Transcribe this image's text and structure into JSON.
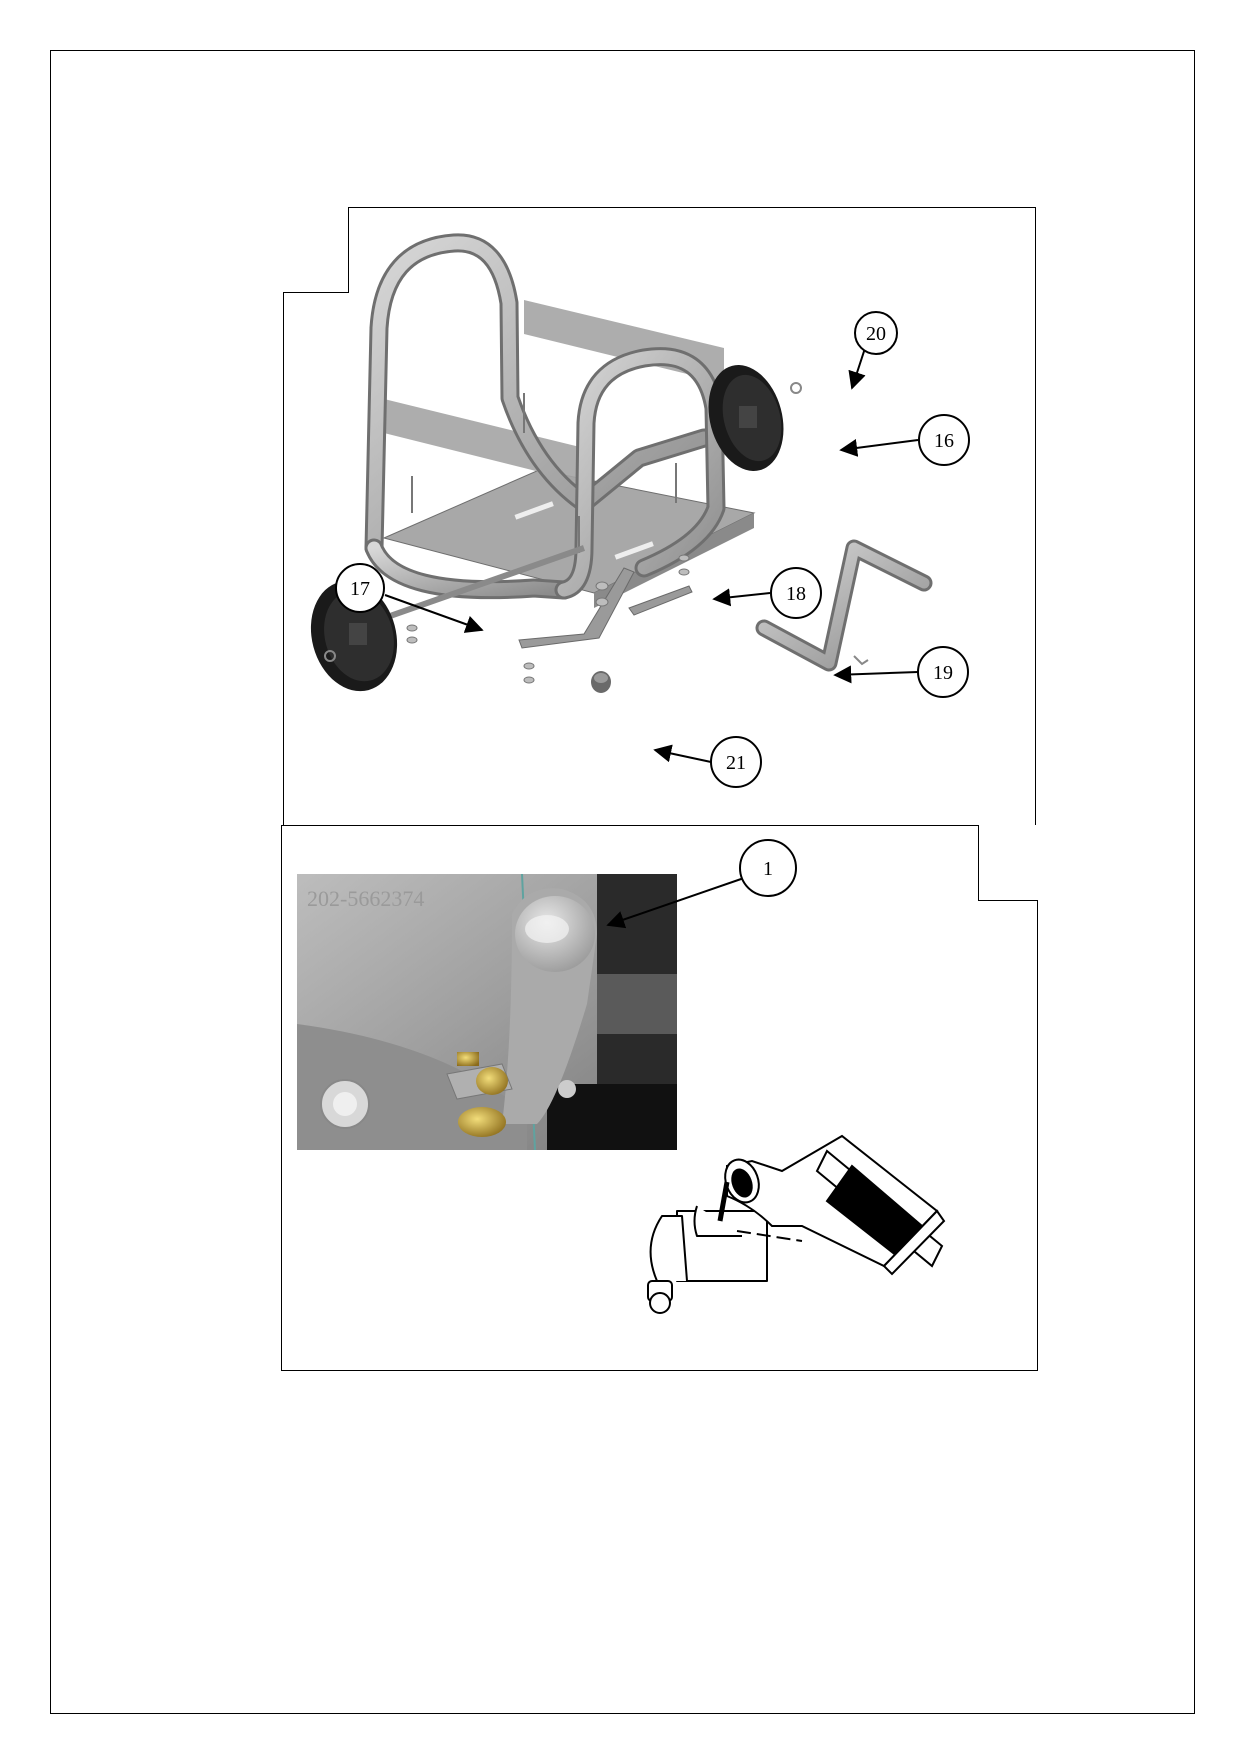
{
  "panels": {
    "top": {
      "callouts": [
        {
          "id": "c20",
          "label": "20"
        },
        {
          "id": "c16",
          "label": "16"
        },
        {
          "id": "c17",
          "label": "17"
        },
        {
          "id": "c18",
          "label": "18"
        },
        {
          "id": "c19",
          "label": "19"
        },
        {
          "id": "c21",
          "label": "21"
        }
      ]
    },
    "bottom": {
      "callouts": [
        {
          "id": "c1",
          "label": "1"
        }
      ],
      "photo_stamp": "202-5662374"
    }
  }
}
